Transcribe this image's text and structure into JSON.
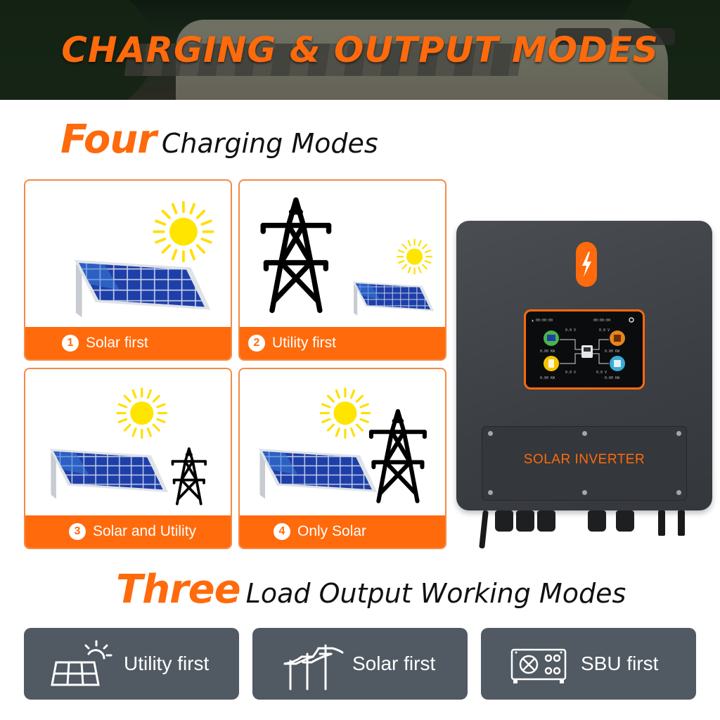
{
  "banner": {
    "title": "CHARGING & OUTPUT MODES"
  },
  "charging": {
    "heading_big": "Four",
    "heading_rest": "Charging Modes",
    "cards": [
      {
        "num": "1",
        "label": "Solar first"
      },
      {
        "num": "2",
        "label": "Utility first"
      },
      {
        "num": "3",
        "label": "Solar and Utility"
      },
      {
        "num": "4",
        "label": "Only Solar"
      }
    ]
  },
  "inverter": {
    "panel_label": "SOLAR INVERTER"
  },
  "output": {
    "heading_big": "Three",
    "heading_rest": "Load Output Working Modes",
    "modes": [
      {
        "label": "Utility first",
        "icon": "solar-panel-sun-icon"
      },
      {
        "label": "Solar first",
        "icon": "utility-pole-icon"
      },
      {
        "label": "SBU first",
        "icon": "inverter-device-icon"
      }
    ]
  },
  "colors": {
    "accent": "#ff6a0c",
    "card_border": "#f38b45",
    "output_bg": "#515a63",
    "inverter_body": "#3b3e43"
  }
}
